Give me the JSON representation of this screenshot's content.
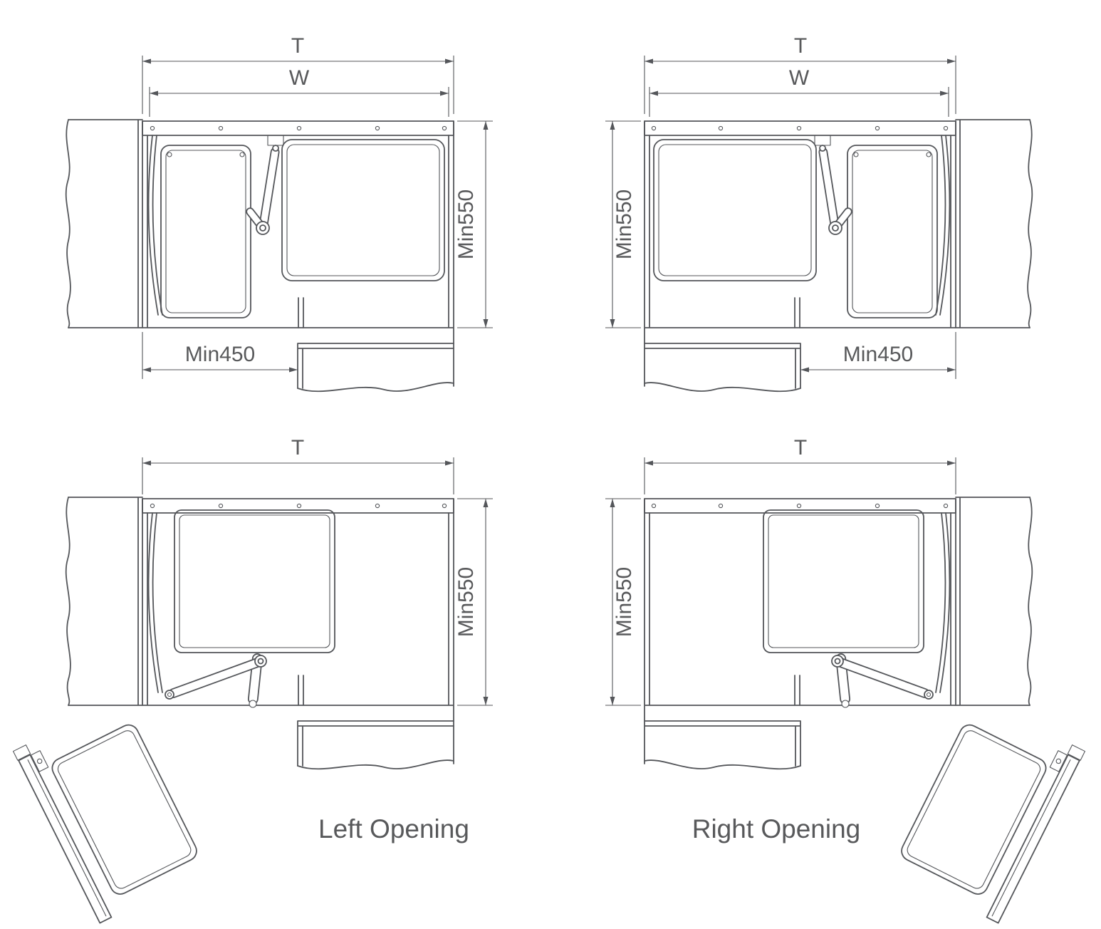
{
  "colors": {
    "line_color": "#54565a",
    "text_color": "#58595b"
  },
  "diagrams": {
    "top_left": {
      "dim_total_width": "T",
      "dim_inner_width": "W",
      "dim_depth": "Min550",
      "dim_opening": "Min450"
    },
    "top_right": {
      "dim_total_width": "T",
      "dim_inner_width": "W",
      "dim_depth": "Min550",
      "dim_opening": "Min450"
    },
    "bottom_left": {
      "dim_total_width": "T",
      "dim_depth": "Min550",
      "caption": "Left Opening"
    },
    "bottom_right": {
      "dim_total_width": "T",
      "dim_depth": "Min550",
      "caption": "Right Opening"
    }
  }
}
